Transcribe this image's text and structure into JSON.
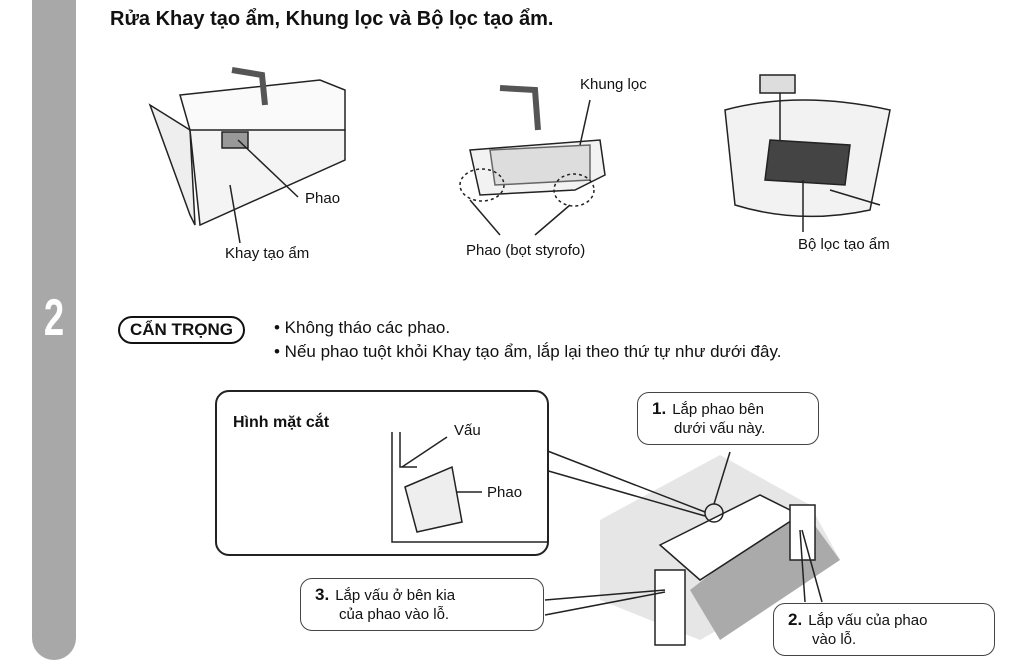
{
  "step_number": "2",
  "title": "Rửa Khay tạo ẩm, Khung lọc và Bộ lọc tạo ẩm.",
  "figures": {
    "tray": {
      "label_float": "Phao",
      "label_tray": "Khay tạo ẩm"
    },
    "frame": {
      "label_frame": "Khung lọc",
      "label_floats": "Phao (bọt styrofo)"
    },
    "filter": {
      "label_filter": "Bộ lọc tạo ẩm"
    }
  },
  "caution": {
    "badge": "CẨN TRỌNG",
    "bullets": [
      "• Không tháo các phao.",
      "• Nếu phao tuột khỏi Khay tạo ẩm, lắp lại theo thứ tự như dưới đây."
    ]
  },
  "section_view": {
    "title": "Hình mặt cắt",
    "label_tab": "Vấu",
    "label_float": "Phao"
  },
  "steps": [
    {
      "num": "1.",
      "line1": "Lắp phao bên",
      "line2": "dưới vấu này."
    },
    {
      "num": "2.",
      "line1": "Lắp vấu của phao",
      "line2": "vào lỗ."
    },
    {
      "num": "3.",
      "line1": "Lắp vấu ở bên kia",
      "line2": "của phao vào lỗ."
    }
  ]
}
